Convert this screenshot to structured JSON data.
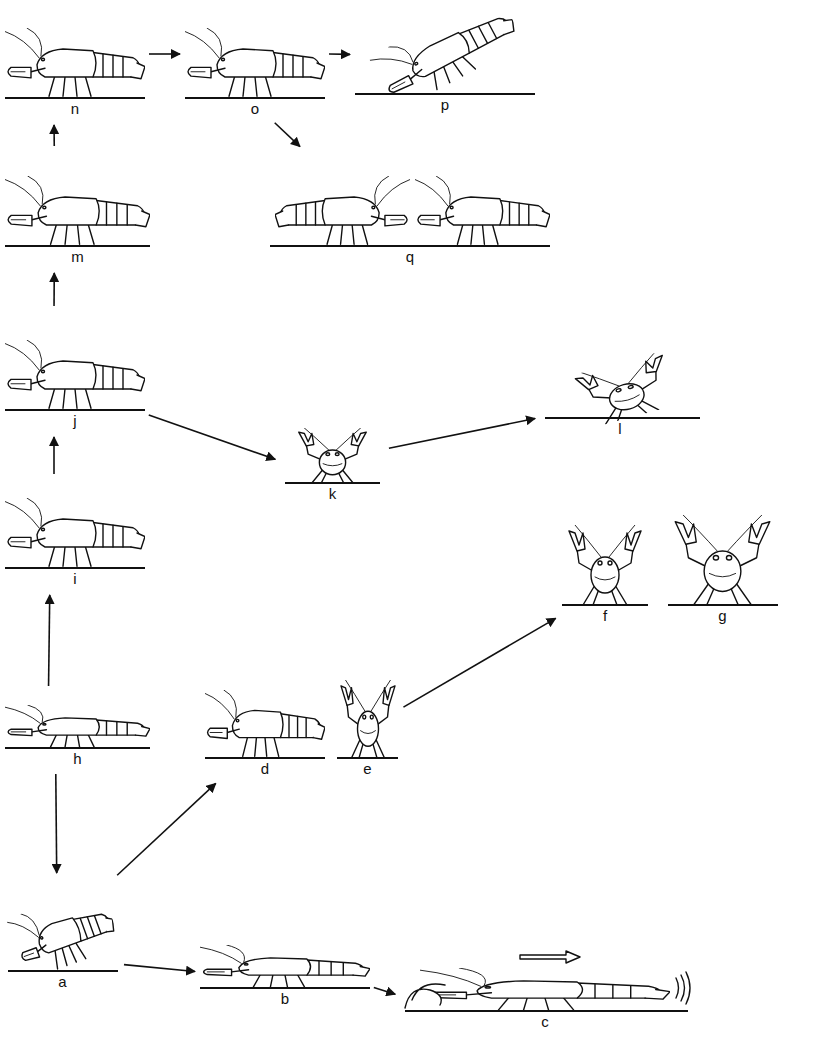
{
  "diagram": {
    "nodes": [
      {
        "text": [
          "n"
        ]
      },
      {
        "text": [
          "o"
        ]
      },
      {
        "text": [
          "p"
        ]
      },
      {
        "text": [
          "q"
        ]
      },
      {
        "text": [
          "m"
        ]
      },
      {
        "text": [
          "j"
        ]
      },
      {
        "text": [
          "k"
        ]
      },
      {
        "text": [
          "l"
        ]
      },
      {
        "text": [
          "i"
        ]
      },
      {
        "text": [
          "f"
        ]
      },
      {
        "text": [
          "g"
        ]
      },
      {
        "text": [
          "h"
        ]
      },
      {
        "text": [
          "d"
        ]
      },
      {
        "text": [
          "e"
        ]
      },
      {
        "text": [
          "a"
        ]
      },
      {
        "text": [
          "b"
        ]
      },
      {
        "text": [
          "c"
        ]
      }
    ],
    "edges": [
      {
        "from": 11,
        "to": 8,
        "arrow": "to"
      },
      {
        "from": 8,
        "to": 5,
        "arrow": "to"
      },
      {
        "from": 5,
        "to": 4,
        "arrow": "to"
      },
      {
        "from": 4,
        "to": 0,
        "arrow": "to"
      },
      {
        "from": 0,
        "to": 1,
        "arrow": "to"
      },
      {
        "from": 1,
        "to": 2,
        "arrow": "to"
      },
      {
        "from": 1,
        "to": 3,
        "arrow": "to"
      },
      {
        "from": 5,
        "to": 6,
        "arrow": "to"
      },
      {
        "from": 6,
        "to": 7,
        "arrow": "to"
      },
      {
        "from": 11,
        "to": 14,
        "arrow": "to"
      },
      {
        "from": 14,
        "to": 15,
        "arrow": "to"
      },
      {
        "from": 15,
        "to": 16,
        "arrow": "to"
      },
      {
        "from": 14,
        "to": 12,
        "arrow": "to"
      },
      {
        "from": 13,
        "to": 9,
        "arrow": "to"
      }
    ]
  }
}
